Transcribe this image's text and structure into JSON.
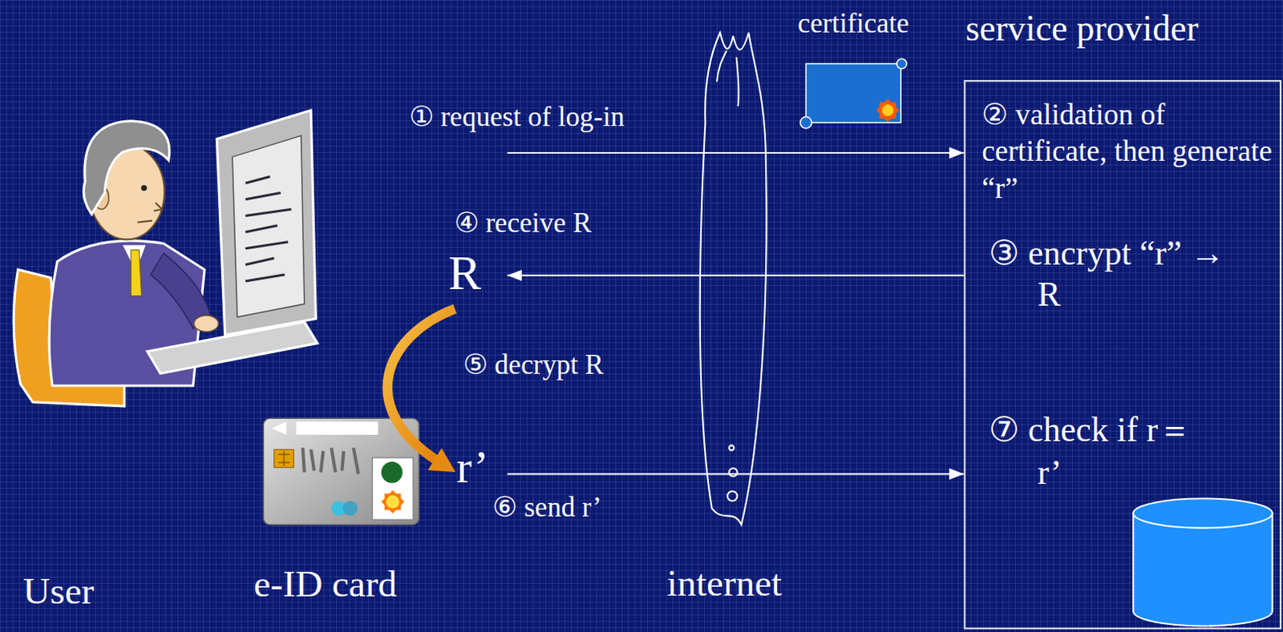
{
  "diagram": {
    "nodes": [
      {
        "text": [
          "User"
        ]
      },
      {
        "text": [
          "e-ID card"
        ]
      },
      {
        "text": [
          "service provider",
          "② validation of certificate, then generate “r”",
          "③ encrypt “r” → R",
          "⑦ check if r＝r’"
        ]
      }
    ],
    "edges": [
      {
        "from": 0,
        "to": 2,
        "arrow": "to",
        "label": "① request of log-in"
      },
      {
        "from": 2,
        "to": 0,
        "arrow": "to",
        "label": "④ receive R"
      },
      {
        "from": 0,
        "to": 2,
        "arrow": "to",
        "label": "⑥ send r’"
      }
    ],
    "labels": [
      "certificate",
      "R",
      "⑤ decrypt R",
      "r’",
      "internet"
    ]
  }
}
